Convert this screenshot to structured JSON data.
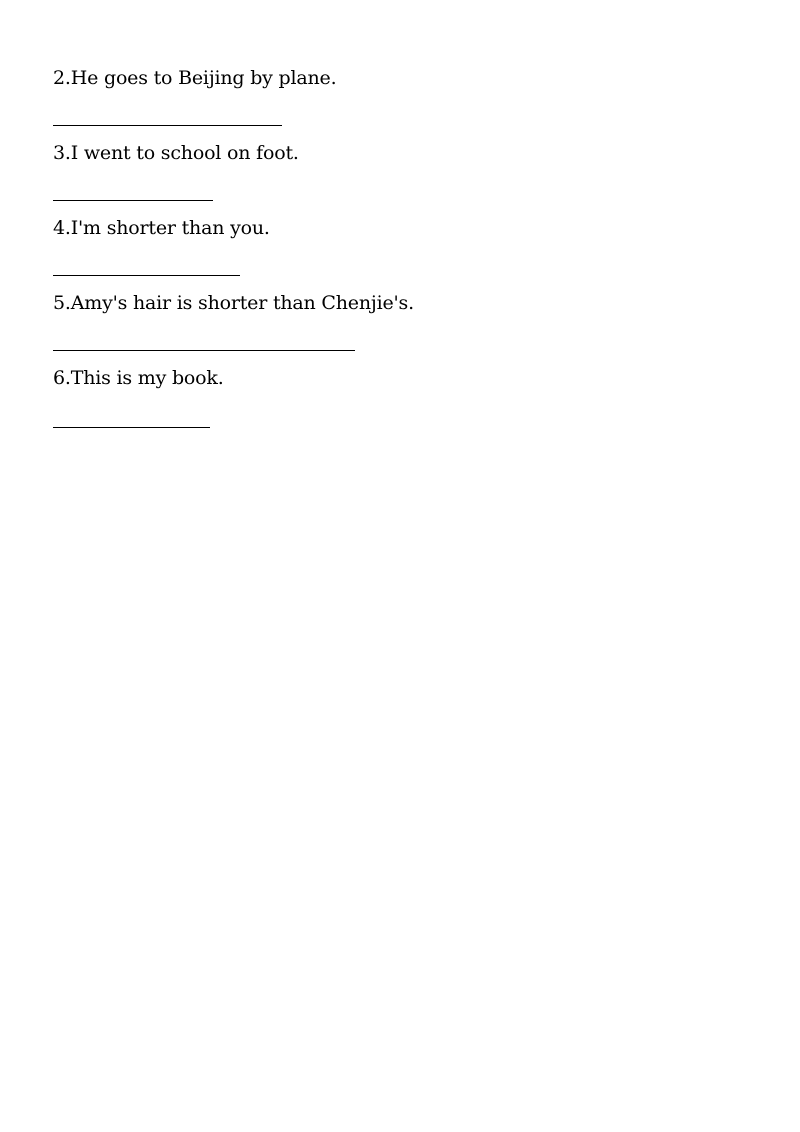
{
  "worksheet": {
    "questions": [
      {
        "text": "2.He goes to Beijing by plane."
      },
      {
        "text": "3.I went to school on foot."
      },
      {
        "text": "4.I'm shorter than you."
      },
      {
        "text": "5.Amy's hair is shorter than Chenjie's."
      },
      {
        "text": "6.This is my book."
      }
    ]
  }
}
